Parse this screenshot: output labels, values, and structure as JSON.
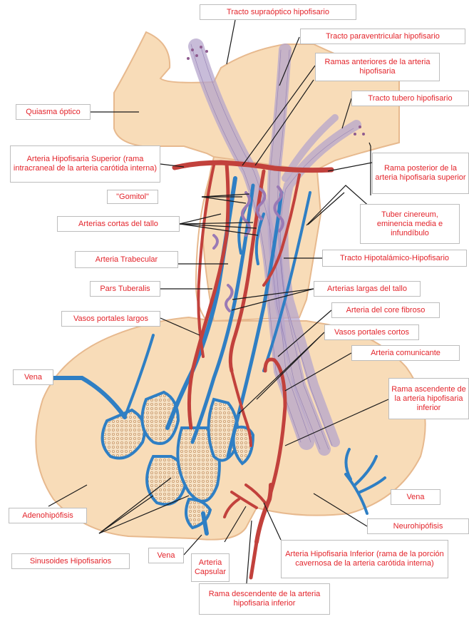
{
  "colors": {
    "label_text": "#e3242b",
    "label_border": "#bdbdbd",
    "tissue_fill": "#f8dcb8",
    "tissue_outline": "#e7b98e",
    "artery": "#c2413c",
    "vein": "#2f7fc4",
    "tract_fibers": "#b5a6cc",
    "leader_line": "#1a1a1a"
  },
  "icons": [
    "hypophysis-anatomy-illustration"
  ],
  "labels": {
    "supraoptic_tract": "Tracto supraóptico hipofisario",
    "paraventricular_tract": "Tracto paraventricular hipofisario",
    "anterior_branches": "Ramas anteriores de la arteria hipofisaria",
    "tuberohypophyseal_tract": "Tracto tubero hipofisario",
    "optic_chiasm": "Quiasma óptico",
    "superior_artery": "Arteria Hipofisaria Superior (rama intracraneal de la arteria carótida interna)",
    "posterior_branch": "Rama posterior de la arteria hipofisaria superior",
    "gomitol": "\"Gomitol\"",
    "short_stalk_arteries": "Arterias cortas del tallo",
    "tuber_cinereum": "Tuber cinereum, eminencia media e infundíbulo",
    "trabecular_artery": "Arteria Trabecular",
    "hypothalamic_tract": "Tracto Hipotalámico-Hipofisario",
    "pars_tuberalis": "Pars Tuberalis",
    "long_stalk_arteries": "Arterias largas del tallo",
    "fibrous_core_artery": "Arteria del core fibroso",
    "long_portal_vessels": "Vasos portales largos",
    "short_portal_vessels": "Vasos portales cortos",
    "communicating_artery": "Arteria comunicante",
    "vein_left": "Vena",
    "ascending_branch": "Rama ascendente de la arteria hipofisaria inferior",
    "vein_right": "Vena",
    "adenohypophysis": "Adenohipófisis",
    "neurohypophysis": "Neurohipófisis",
    "sinusoids": "Sinusoides Hipofisarios",
    "vein_bottom": "Vena",
    "capsular_artery": "Arteria Capsular",
    "inferior_artery": "Arteria Hipofisaria Inferior (rama de la porción cavernosa de la arteria carótida interna)",
    "descending_branch": "Rama descendente de la arteria hipofisaria inferior"
  }
}
